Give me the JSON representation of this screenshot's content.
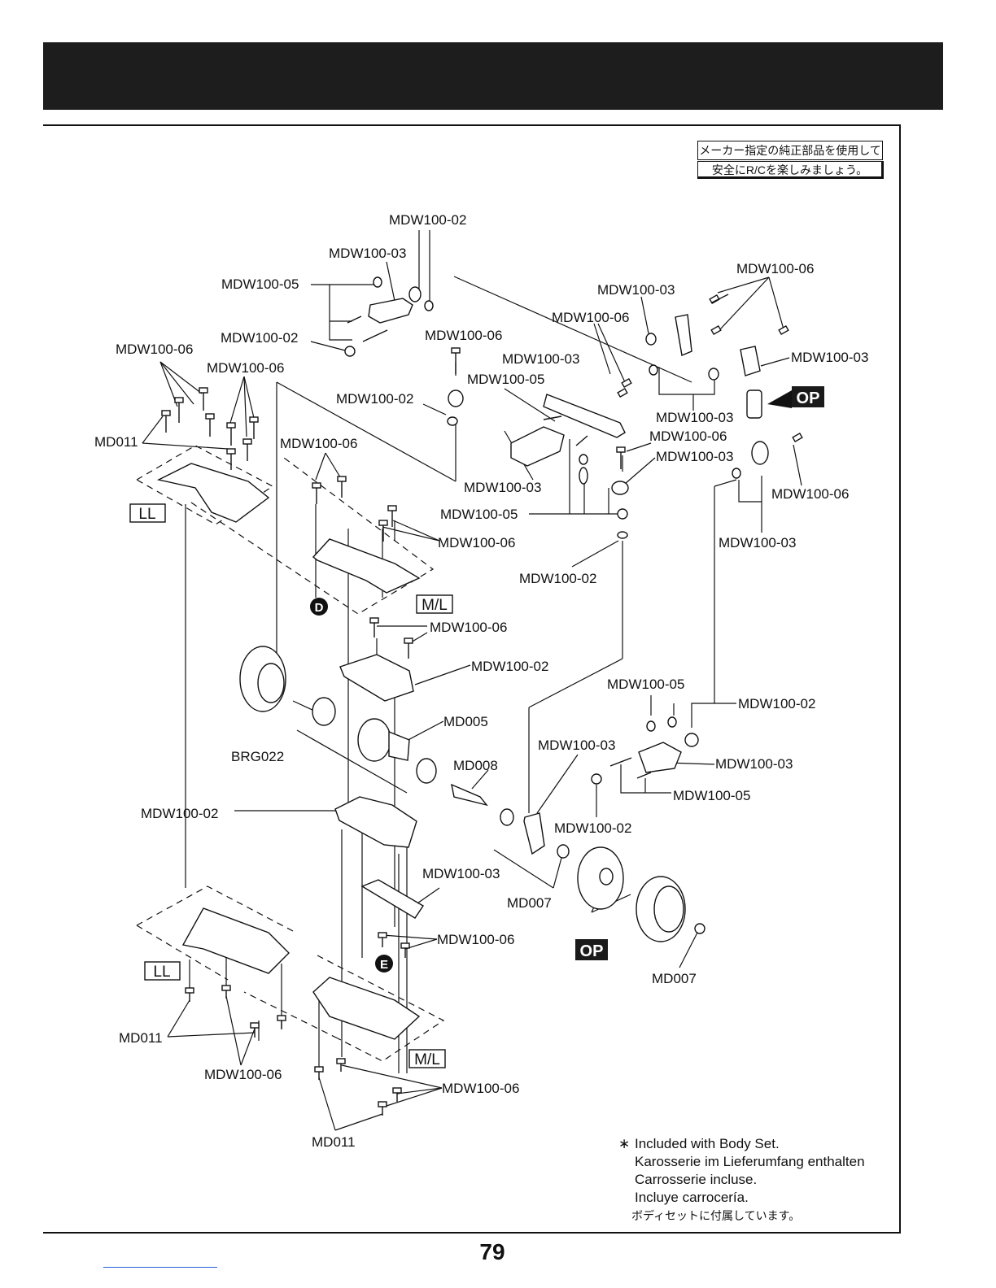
{
  "notice": {
    "line1": "メーカー指定の純正部品を使用して",
    "line2": "安全にR/Cを楽しみましょう。"
  },
  "labels": [
    "MDW100-02",
    "MDW100-03",
    "MDW100-05",
    "MDW100-02",
    "MDW100-06",
    "MDW100-06",
    "MDW100-06",
    "MD011",
    "MDW100-06",
    "MDW100-06",
    "MDW100-03",
    "MDW100-05",
    "MDW100-02",
    "MDW100-06",
    "MDW100-03",
    "MDW100-03",
    "MDW100-03",
    "MDW100-06",
    "MDW100-03",
    "MDW100-03",
    "MDW100-05",
    "MDW100-06",
    "MDW100-06",
    "MDW100-03",
    "MDW100-02",
    "MDW100-06",
    "MDW100-02",
    "MDW100-05",
    "MDW100-02",
    "MD005",
    "BRG022",
    "MDW100-03",
    "MD008",
    "MDW100-03",
    "MDW100-05",
    "MDW100-02",
    "MDW100-02",
    "MDW100-03",
    "MD007",
    "MDW100-06",
    "MD007",
    "MD011",
    "MDW100-06",
    "MDW100-06",
    "MD011"
  ],
  "boxes": [
    "LL",
    "M/L",
    "LL",
    "M/L"
  ],
  "circles": [
    "D",
    "E"
  ],
  "op": [
    "OP",
    "OP"
  ],
  "notes": {
    "star": "∗",
    "lines": [
      "Included with Body Set.",
      "Karosserie im Lieferumfang enthalten",
      "Carrosserie incluse.",
      "Incluye carrocería.",
      "ボディセットに付属しています。"
    ]
  },
  "page_number": "79"
}
